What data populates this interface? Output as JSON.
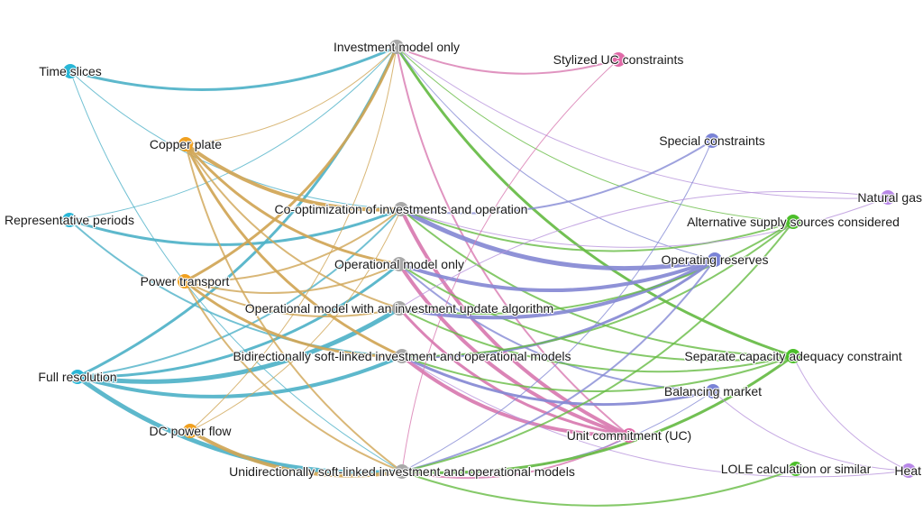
{
  "graph": {
    "groups": {
      "temporal": "#29b6d6",
      "network": "#f0a020",
      "model": "#a8a8a8",
      "unit_commitment": "#e06aa8",
      "constraints": "#7a83d6",
      "adequacy": "#4cbe2a",
      "sector": "#b888e8"
    },
    "edge_colors": {
      "temporal": "#4fb2c8",
      "network": "#d0a555",
      "model": "#c9c9c9",
      "unit_commitment": "#d879b0",
      "constraints": "#8589d4",
      "adequacy": "#66bb44",
      "sector": "#b894dc"
    },
    "nodes": [
      {
        "id": "time_slices",
        "label": "Time slices",
        "group": "temporal"
      },
      {
        "id": "representative_periods",
        "label": "Representative periods",
        "group": "temporal"
      },
      {
        "id": "full_resolution",
        "label": "Full resolution",
        "group": "temporal"
      },
      {
        "id": "copper_plate",
        "label": "Copper plate",
        "group": "network"
      },
      {
        "id": "power_transport",
        "label": "Power transport",
        "group": "network"
      },
      {
        "id": "dc_power_flow",
        "label": "DC power flow",
        "group": "network"
      },
      {
        "id": "investment_only",
        "label": "Investment model only",
        "group": "model"
      },
      {
        "id": "co_optimization",
        "label": "Co-optimization of investments and operation",
        "group": "model"
      },
      {
        "id": "operational_only",
        "label": "Operational model only",
        "group": "model"
      },
      {
        "id": "operational_update",
        "label": "Operational model with an investment update algorithm",
        "group": "model"
      },
      {
        "id": "bidirectional",
        "label": "Bidirectionally soft-linked investment and operational models",
        "group": "model"
      },
      {
        "id": "unidirectional",
        "label": "Unidirectionally soft-linked investment and operational models",
        "group": "model"
      },
      {
        "id": "stylized_uc",
        "label": "Stylized UC constraints",
        "group": "unit_commitment"
      },
      {
        "id": "unit_commitment",
        "label": "Unit commitment (UC)",
        "group": "unit_commitment"
      },
      {
        "id": "special_constraints",
        "label": "Special constraints",
        "group": "constraints"
      },
      {
        "id": "operating_reserves",
        "label": "Operating reserves",
        "group": "constraints"
      },
      {
        "id": "balancing_market",
        "label": "Balancing market",
        "group": "constraints"
      },
      {
        "id": "alternative_supply",
        "label": "Alternative supply sources considered",
        "group": "adequacy"
      },
      {
        "id": "separate_capacity",
        "label": "Separate capacity adequacy constraint",
        "group": "adequacy"
      },
      {
        "id": "lole",
        "label": "LOLE calculation or similar",
        "group": "adequacy"
      },
      {
        "id": "natural_gas",
        "label": "Natural gas",
        "group": "sector"
      },
      {
        "id": "heat",
        "label": "Heat",
        "group": "sector"
      }
    ],
    "edges": [
      {
        "s": "time_slices",
        "t": "investment_only",
        "w": 3,
        "c": "temporal"
      },
      {
        "s": "time_slices",
        "t": "co_optimization",
        "w": 1,
        "c": "temporal"
      },
      {
        "s": "time_slices",
        "t": "unidirectional",
        "w": 1,
        "c": "temporal"
      },
      {
        "s": "representative_periods",
        "t": "investment_only",
        "w": 1,
        "c": "temporal"
      },
      {
        "s": "representative_periods",
        "t": "co_optimization",
        "w": 3,
        "c": "temporal"
      },
      {
        "s": "representative_periods",
        "t": "bidirectional",
        "w": 2,
        "c": "temporal"
      },
      {
        "s": "full_resolution",
        "t": "investment_only",
        "w": 3,
        "c": "temporal"
      },
      {
        "s": "full_resolution",
        "t": "co_optimization",
        "w": 2,
        "c": "temporal"
      },
      {
        "s": "full_resolution",
        "t": "operational_only",
        "w": 3,
        "c": "temporal"
      },
      {
        "s": "full_resolution",
        "t": "operational_update",
        "w": 5,
        "c": "temporal"
      },
      {
        "s": "full_resolution",
        "t": "bidirectional",
        "w": 4,
        "c": "temporal"
      },
      {
        "s": "full_resolution",
        "t": "unidirectional",
        "w": 5,
        "c": "temporal"
      },
      {
        "s": "copper_plate",
        "t": "investment_only",
        "w": 1,
        "c": "network"
      },
      {
        "s": "copper_plate",
        "t": "co_optimization",
        "w": 4,
        "c": "network"
      },
      {
        "s": "copper_plate",
        "t": "operational_only",
        "w": 3,
        "c": "network"
      },
      {
        "s": "copper_plate",
        "t": "operational_update",
        "w": 2,
        "c": "network"
      },
      {
        "s": "copper_plate",
        "t": "bidirectional",
        "w": 3,
        "c": "network"
      },
      {
        "s": "copper_plate",
        "t": "unidirectional",
        "w": 2,
        "c": "network"
      },
      {
        "s": "power_transport",
        "t": "investment_only",
        "w": 3,
        "c": "network"
      },
      {
        "s": "power_transport",
        "t": "co_optimization",
        "w": 2,
        "c": "network"
      },
      {
        "s": "power_transport",
        "t": "operational_only",
        "w": 2,
        "c": "network"
      },
      {
        "s": "power_transport",
        "t": "operational_update",
        "w": 2,
        "c": "network"
      },
      {
        "s": "power_transport",
        "t": "bidirectional",
        "w": 3,
        "c": "network"
      },
      {
        "s": "power_transport",
        "t": "unidirectional",
        "w": 2,
        "c": "network"
      },
      {
        "s": "dc_power_flow",
        "t": "investment_only",
        "w": 1,
        "c": "network"
      },
      {
        "s": "dc_power_flow",
        "t": "co_optimization",
        "w": 1,
        "c": "network"
      },
      {
        "s": "dc_power_flow",
        "t": "unidirectional",
        "w": 4,
        "c": "network"
      },
      {
        "s": "investment_only",
        "t": "unit_commitment",
        "w": 2,
        "c": "unit_commitment"
      },
      {
        "s": "investment_only",
        "t": "separate_capacity",
        "w": 3,
        "c": "adequacy"
      },
      {
        "s": "investment_only",
        "t": "alternative_supply",
        "w": 1,
        "c": "adequacy"
      },
      {
        "s": "investment_only",
        "t": "natural_gas",
        "w": 1,
        "c": "sector"
      },
      {
        "s": "investment_only",
        "t": "stylized_uc",
        "w": 2,
        "c": "unit_commitment"
      },
      {
        "s": "investment_only",
        "t": "operating_reserves",
        "w": 1,
        "c": "constraints"
      },
      {
        "s": "co_optimization",
        "t": "special_constraints",
        "w": 2,
        "c": "constraints"
      },
      {
        "s": "co_optimization",
        "t": "operating_reserves",
        "w": 5,
        "c": "constraints"
      },
      {
        "s": "co_optimization",
        "t": "unit_commitment",
        "w": 4,
        "c": "unit_commitment"
      },
      {
        "s": "co_optimization",
        "t": "alternative_supply",
        "w": 2,
        "c": "adequacy"
      },
      {
        "s": "co_optimization",
        "t": "separate_capacity",
        "w": 2,
        "c": "adequacy"
      },
      {
        "s": "co_optimization",
        "t": "natural_gas",
        "w": 1,
        "c": "sector"
      },
      {
        "s": "operational_only",
        "t": "operating_reserves",
        "w": 4,
        "c": "constraints"
      },
      {
        "s": "operational_only",
        "t": "unit_commitment",
        "w": 4,
        "c": "unit_commitment"
      },
      {
        "s": "operational_only",
        "t": "balancing_market",
        "w": 2,
        "c": "constraints"
      },
      {
        "s": "operational_only",
        "t": "separate_capacity",
        "w": 2,
        "c": "adequacy"
      },
      {
        "s": "operational_update",
        "t": "operating_reserves",
        "w": 4,
        "c": "constraints"
      },
      {
        "s": "operational_update",
        "t": "unit_commitment",
        "w": 3,
        "c": "unit_commitment"
      },
      {
        "s": "operational_update",
        "t": "separate_capacity",
        "w": 2,
        "c": "adequacy"
      },
      {
        "s": "operational_update",
        "t": "alternative_supply",
        "w": 2,
        "c": "adequacy"
      },
      {
        "s": "bidirectional",
        "t": "operating_reserves",
        "w": 3,
        "c": "constraints"
      },
      {
        "s": "bidirectional",
        "t": "unit_commitment",
        "w": 4,
        "c": "unit_commitment"
      },
      {
        "s": "bidirectional",
        "t": "balancing_market",
        "w": 3,
        "c": "constraints"
      },
      {
        "s": "bidirectional",
        "t": "separate_capacity",
        "w": 2,
        "c": "adequacy"
      },
      {
        "s": "bidirectional",
        "t": "alternative_supply",
        "w": 2,
        "c": "adequacy"
      },
      {
        "s": "bidirectional",
        "t": "heat",
        "w": 1,
        "c": "sector"
      },
      {
        "s": "unidirectional",
        "t": "operating_reserves",
        "w": 2,
        "c": "constraints"
      },
      {
        "s": "unidirectional",
        "t": "unit_commitment",
        "w": 2,
        "c": "unit_commitment"
      },
      {
        "s": "unidirectional",
        "t": "balancing_market",
        "w": 1,
        "c": "constraints"
      },
      {
        "s": "unidirectional",
        "t": "separate_capacity",
        "w": 3,
        "c": "adequacy"
      },
      {
        "s": "unidirectional",
        "t": "lole",
        "w": 2,
        "c": "adequacy"
      },
      {
        "s": "unidirectional",
        "t": "alternative_supply",
        "w": 2,
        "c": "adequacy"
      },
      {
        "s": "unidirectional",
        "t": "special_constraints",
        "w": 1,
        "c": "constraints"
      },
      {
        "s": "balancing_market",
        "t": "heat",
        "w": 1,
        "c": "sector"
      },
      {
        "s": "stylized_uc",
        "t": "unidirectional",
        "w": 1,
        "c": "unit_commitment"
      },
      {
        "s": "separate_capacity",
        "t": "heat",
        "w": 1,
        "c": "sector"
      },
      {
        "s": "natural_gas",
        "t": "operational_update",
        "w": 1,
        "c": "sector"
      }
    ]
  }
}
